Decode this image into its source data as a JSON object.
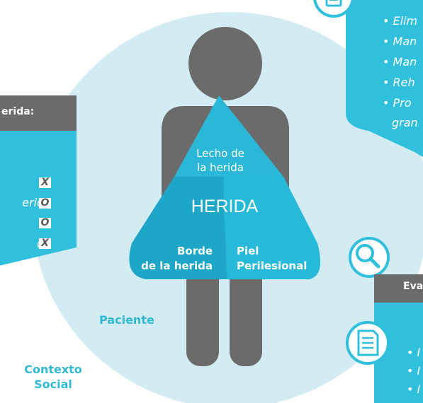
{
  "diagram": {
    "center": {
      "top_label_line1": "Lecho de",
      "top_label_line2": "la herida",
      "main_label": "HERIDA",
      "left_label_line1": "Borde",
      "left_label_line2": "de la herida",
      "right_label_line1": "Piel",
      "right_label_line2": "Perilesional"
    },
    "patient_label": "Paciente",
    "context_label_line1": "Contexto",
    "context_label_line2": "Social",
    "left_panel": {
      "header": "erida:",
      "rows": [
        {
          "text": "",
          "mark": "X"
        },
        {
          "text": "erida",
          "mark": "O"
        },
        {
          "text": "",
          "mark": "O"
        },
        {
          "text": "do",
          "mark": "X"
        }
      ]
    },
    "top_right_panel": {
      "items": [
        "• Elim",
        "• Man",
        "• Man",
        "• Reh",
        "• Pro",
        "gran"
      ]
    },
    "bottom_right_panel": {
      "header": "Eva",
      "items": [
        "• I",
        "• I",
        "• I"
      ]
    },
    "colors": {
      "circle": "#d3ecf3",
      "silhouette": "#6b6b6b",
      "triangle_top": "#2bb8d8",
      "triangle_left": "#1ea6c8",
      "triangle_right": "#25b5d6",
      "panel": "#30bfdc",
      "panel_header": "#6b6b6b",
      "accent_text": "#31b9d4"
    },
    "icons": [
      "document-icon",
      "search-icon",
      "document-lines-icon"
    ]
  }
}
